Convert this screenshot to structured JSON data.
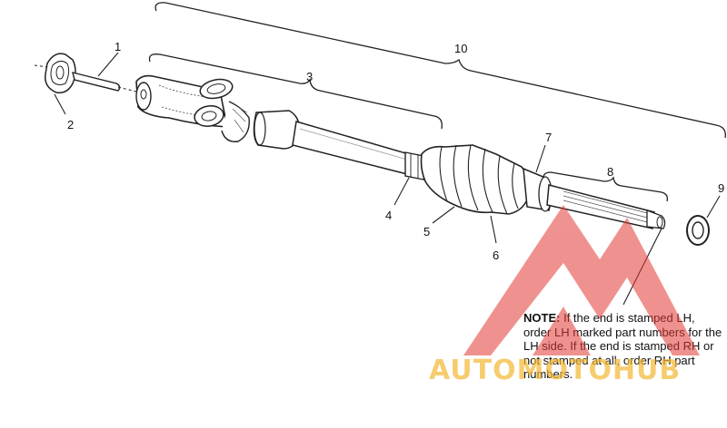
{
  "callouts": {
    "c1": "1",
    "c2": "2",
    "c3": "3",
    "c4": "4",
    "c5": "5",
    "c6": "6",
    "c7": "7",
    "c8": "8",
    "c9": "9",
    "c10": "10"
  },
  "note": {
    "label": "NOTE:",
    "text": "If the end is stamped LH, order LH marked part numbers for the LH side.  If the end is stamped RH or not stamped at all, order RH part numbers."
  },
  "watermark": {
    "text": "AUTOMOTOHUB",
    "colors": {
      "red": "#e23a35",
      "yellow": "#f2b632"
    }
  }
}
